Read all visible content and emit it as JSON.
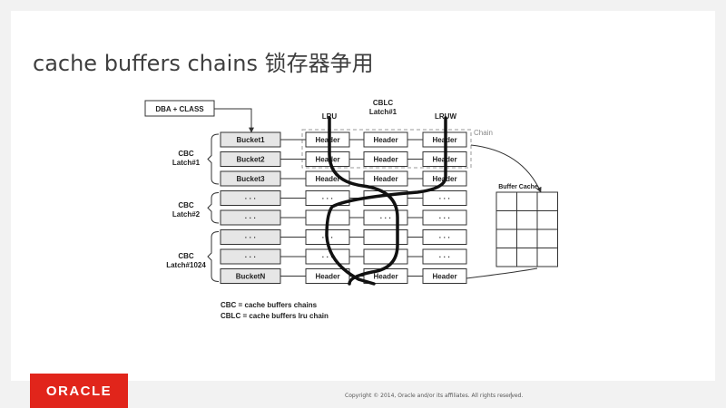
{
  "slide": {
    "title": "cache buffers chains 锁存器争用",
    "footer": {
      "logo_text": "ORACLE",
      "copyright": "Copyright © 2014, Oracle and/or its affiliates. All rights reserved.",
      "separator": "|"
    }
  },
  "diagram": {
    "input_box": "DBA + CLASS",
    "cblc_label": [
      "CBLC",
      "Latch#1"
    ],
    "lru_label": "LRU",
    "lruw_label": "LRUW",
    "chain_label": "Chain",
    "buffer_cache_label": "Buffer Cache",
    "cbc_groups": [
      {
        "lines": [
          "CBC",
          "Latch#1"
        ]
      },
      {
        "lines": [
          "CBC",
          "Latch#2"
        ]
      },
      {
        "lines": [
          "CBC",
          "Latch#1024"
        ]
      }
    ],
    "buckets": [
      "Bucket1",
      "Bucket2",
      "Bucket3",
      "· · ·",
      "· · ·",
      "· · ·",
      "· · ·",
      "BucketN"
    ],
    "header_rows": [
      [
        "Header",
        "Header",
        "Header"
      ],
      [
        "Header",
        "Header",
        "Header"
      ],
      [
        "Header",
        "Header",
        "Header"
      ],
      [
        "· · ·",
        "",
        "· · ·"
      ],
      [
        "",
        "· · ·",
        "· · ·"
      ],
      [
        "· · ·",
        "",
        "· · ·"
      ],
      [
        "· · ·",
        "",
        "· · ·"
      ],
      [
        "Header",
        "Header",
        "Header"
      ]
    ],
    "legend": [
      "CBC = cache buffers chains",
      "CBLC = cache buffers lru chain"
    ],
    "buffer_grid": {
      "rows": 4,
      "cols": 3
    }
  }
}
